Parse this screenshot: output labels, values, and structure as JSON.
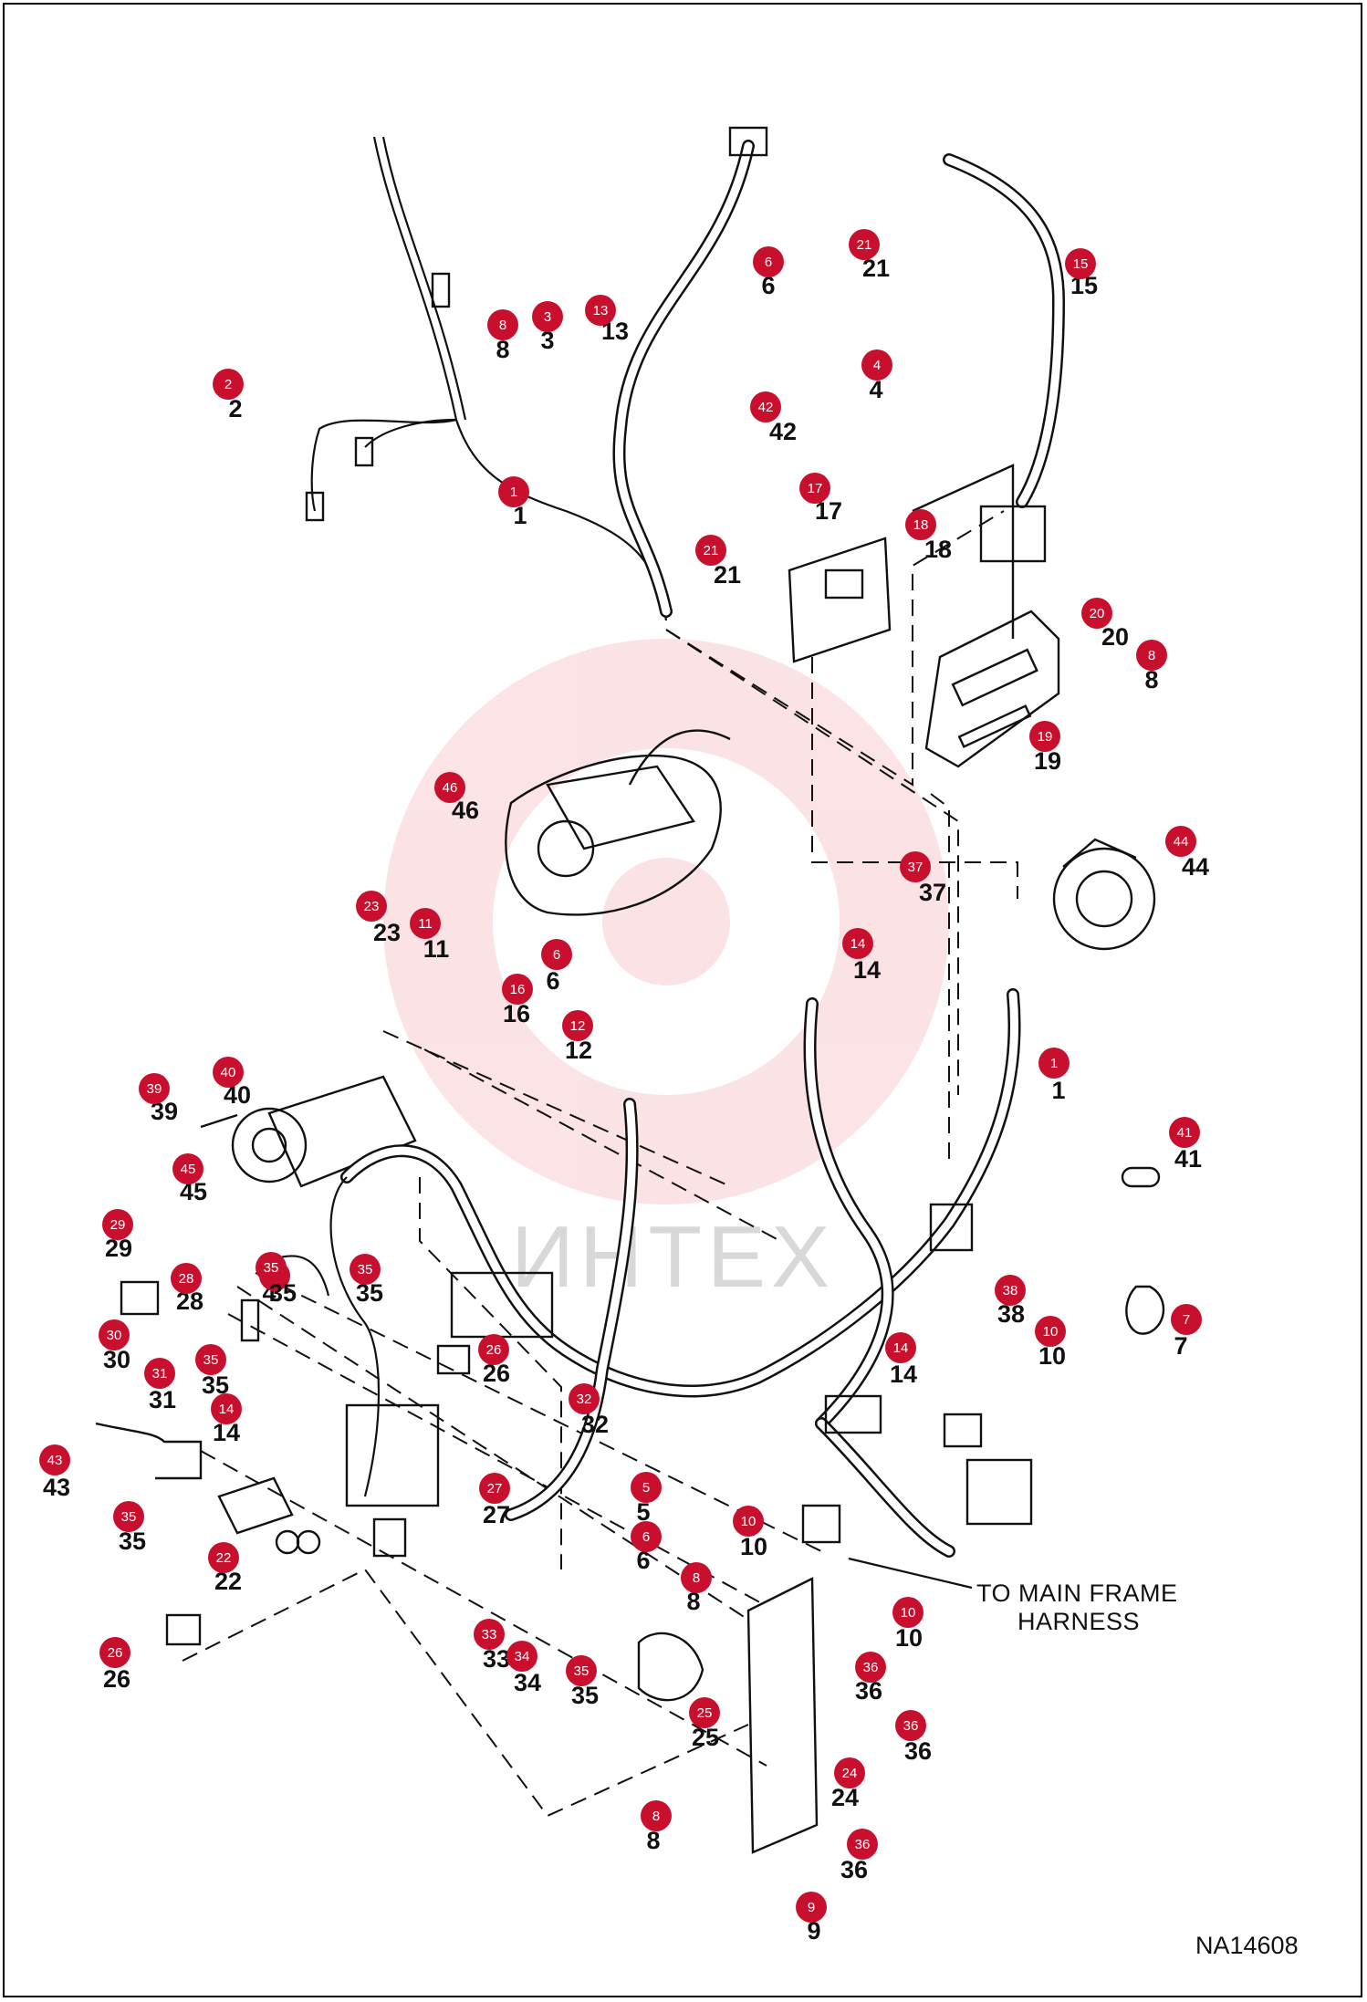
{
  "watermark": {
    "text": "ИНТЕХ",
    "color": "#e8273d"
  },
  "note": {
    "line1": "TO MAIN FRAME",
    "line2": "HARNESS"
  },
  "drawing_ref": "NA14608",
  "badge_color": "#c8102e",
  "callouts": [
    {
      "label": "1"
    },
    {
      "label": "2"
    },
    {
      "label": "3"
    },
    {
      "label": "8"
    },
    {
      "label": "13"
    },
    {
      "label": "6"
    },
    {
      "label": "21"
    },
    {
      "label": "4"
    },
    {
      "label": "42"
    },
    {
      "label": "15"
    },
    {
      "label": "17"
    },
    {
      "label": "18"
    },
    {
      "label": "21"
    },
    {
      "label": "20"
    },
    {
      "label": "8"
    },
    {
      "label": "19"
    },
    {
      "label": "46"
    },
    {
      "label": "37"
    },
    {
      "label": "44"
    },
    {
      "label": "23"
    },
    {
      "label": "11"
    },
    {
      "label": "6"
    },
    {
      "label": "16"
    },
    {
      "label": "12"
    },
    {
      "label": "14"
    },
    {
      "label": "40"
    },
    {
      "label": "1"
    },
    {
      "label": "39"
    },
    {
      "label": "45"
    },
    {
      "label": "41"
    },
    {
      "label": "29"
    },
    {
      "label": "28"
    },
    {
      "label": "4"
    },
    {
      "label": "35"
    },
    {
      "label": "35"
    },
    {
      "label": "30"
    },
    {
      "label": "31"
    },
    {
      "label": "35"
    },
    {
      "label": "26"
    },
    {
      "label": "7"
    },
    {
      "label": "38"
    },
    {
      "label": "10"
    },
    {
      "label": "14"
    },
    {
      "label": "32"
    },
    {
      "label": "14"
    },
    {
      "label": "43"
    },
    {
      "label": "27"
    },
    {
      "label": "5"
    },
    {
      "label": "6"
    },
    {
      "label": "10"
    },
    {
      "label": "35"
    },
    {
      "label": "22"
    },
    {
      "label": "8"
    },
    {
      "label": "10"
    },
    {
      "label": "33"
    },
    {
      "label": "34"
    },
    {
      "label": "35"
    },
    {
      "label": "36"
    },
    {
      "label": "25"
    },
    {
      "label": "26"
    },
    {
      "label": "36"
    },
    {
      "label": "24"
    },
    {
      "label": "8"
    },
    {
      "label": "36"
    },
    {
      "label": "9"
    }
  ]
}
